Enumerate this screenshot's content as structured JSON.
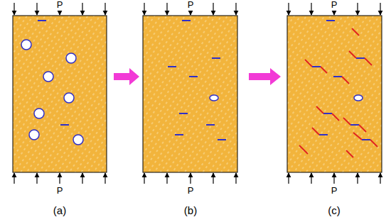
{
  "diagram": {
    "labels": [
      "P",
      "P",
      "P",
      "P",
      "P",
      "P",
      "(a)",
      "(b)",
      "(c)"
    ]
  }
}
